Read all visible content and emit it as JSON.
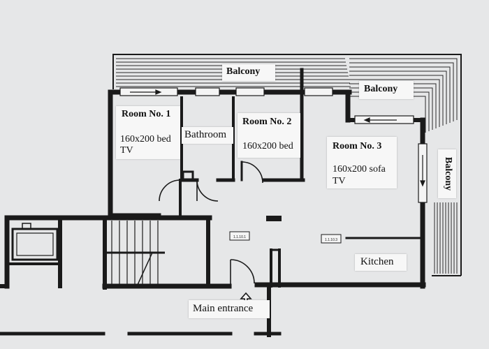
{
  "balconies": {
    "top": "Balcony",
    "corner": "Balcony",
    "side": "Balcony"
  },
  "rooms": [
    {
      "name": "Room No. 1",
      "line1": "160x200 bed",
      "line2": "TV"
    },
    {
      "name": "Bathroom"
    },
    {
      "name": "Room No. 2",
      "line1": "160x200 bed"
    },
    {
      "name": "Room No. 3",
      "line1": "160x200 sofa",
      "line2": "TV"
    },
    {
      "name": "Kitchen"
    }
  ],
  "main_entrance": "Main entrance",
  "plaques": [
    "1.1.10.1",
    "1.1.10.3"
  ],
  "colors": {
    "wall": "#1a1a1a",
    "paper": "#e6e7e8",
    "label_card": "#f7f7f7"
  }
}
